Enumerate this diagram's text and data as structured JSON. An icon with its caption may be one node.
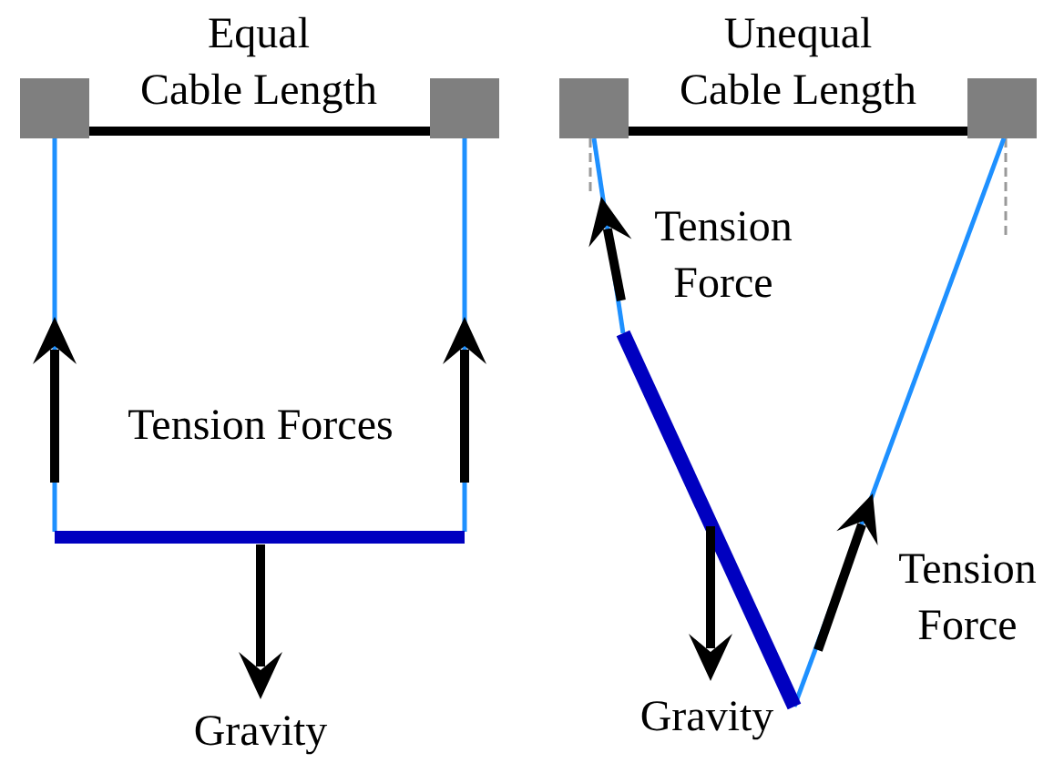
{
  "diagram": {
    "nodes": [
      {
        "text": [],
        "shape": "box"
      },
      {
        "text": [],
        "shape": "box"
      },
      {
        "text": [],
        "shape": "bar"
      },
      {
        "text": [],
        "shape": "box"
      },
      {
        "text": [],
        "shape": "box"
      },
      {
        "text": [],
        "shape": "bar"
      }
    ],
    "edges": [
      {
        "from": 0,
        "to": 1,
        "arrow": "none",
        "style": "thick",
        "color": "#000000"
      },
      {
        "from": 0,
        "to": 2,
        "arrow": "none"
      },
      {
        "from": 1,
        "to": 2,
        "arrow": "none"
      },
      {
        "from": 3,
        "to": 4,
        "arrow": "none",
        "style": "thick",
        "color": "#000000"
      },
      {
        "from": 3,
        "to": 5,
        "arrow": "none"
      },
      {
        "from": 4,
        "to": 5,
        "arrow": "none"
      }
    ],
    "labels": [
      "Equal Cable Length",
      "Tension Forces",
      "Gravity",
      "Unequal Cable Length",
      "Tension Force",
      "Tension Force",
      "Gravity"
    ]
  }
}
